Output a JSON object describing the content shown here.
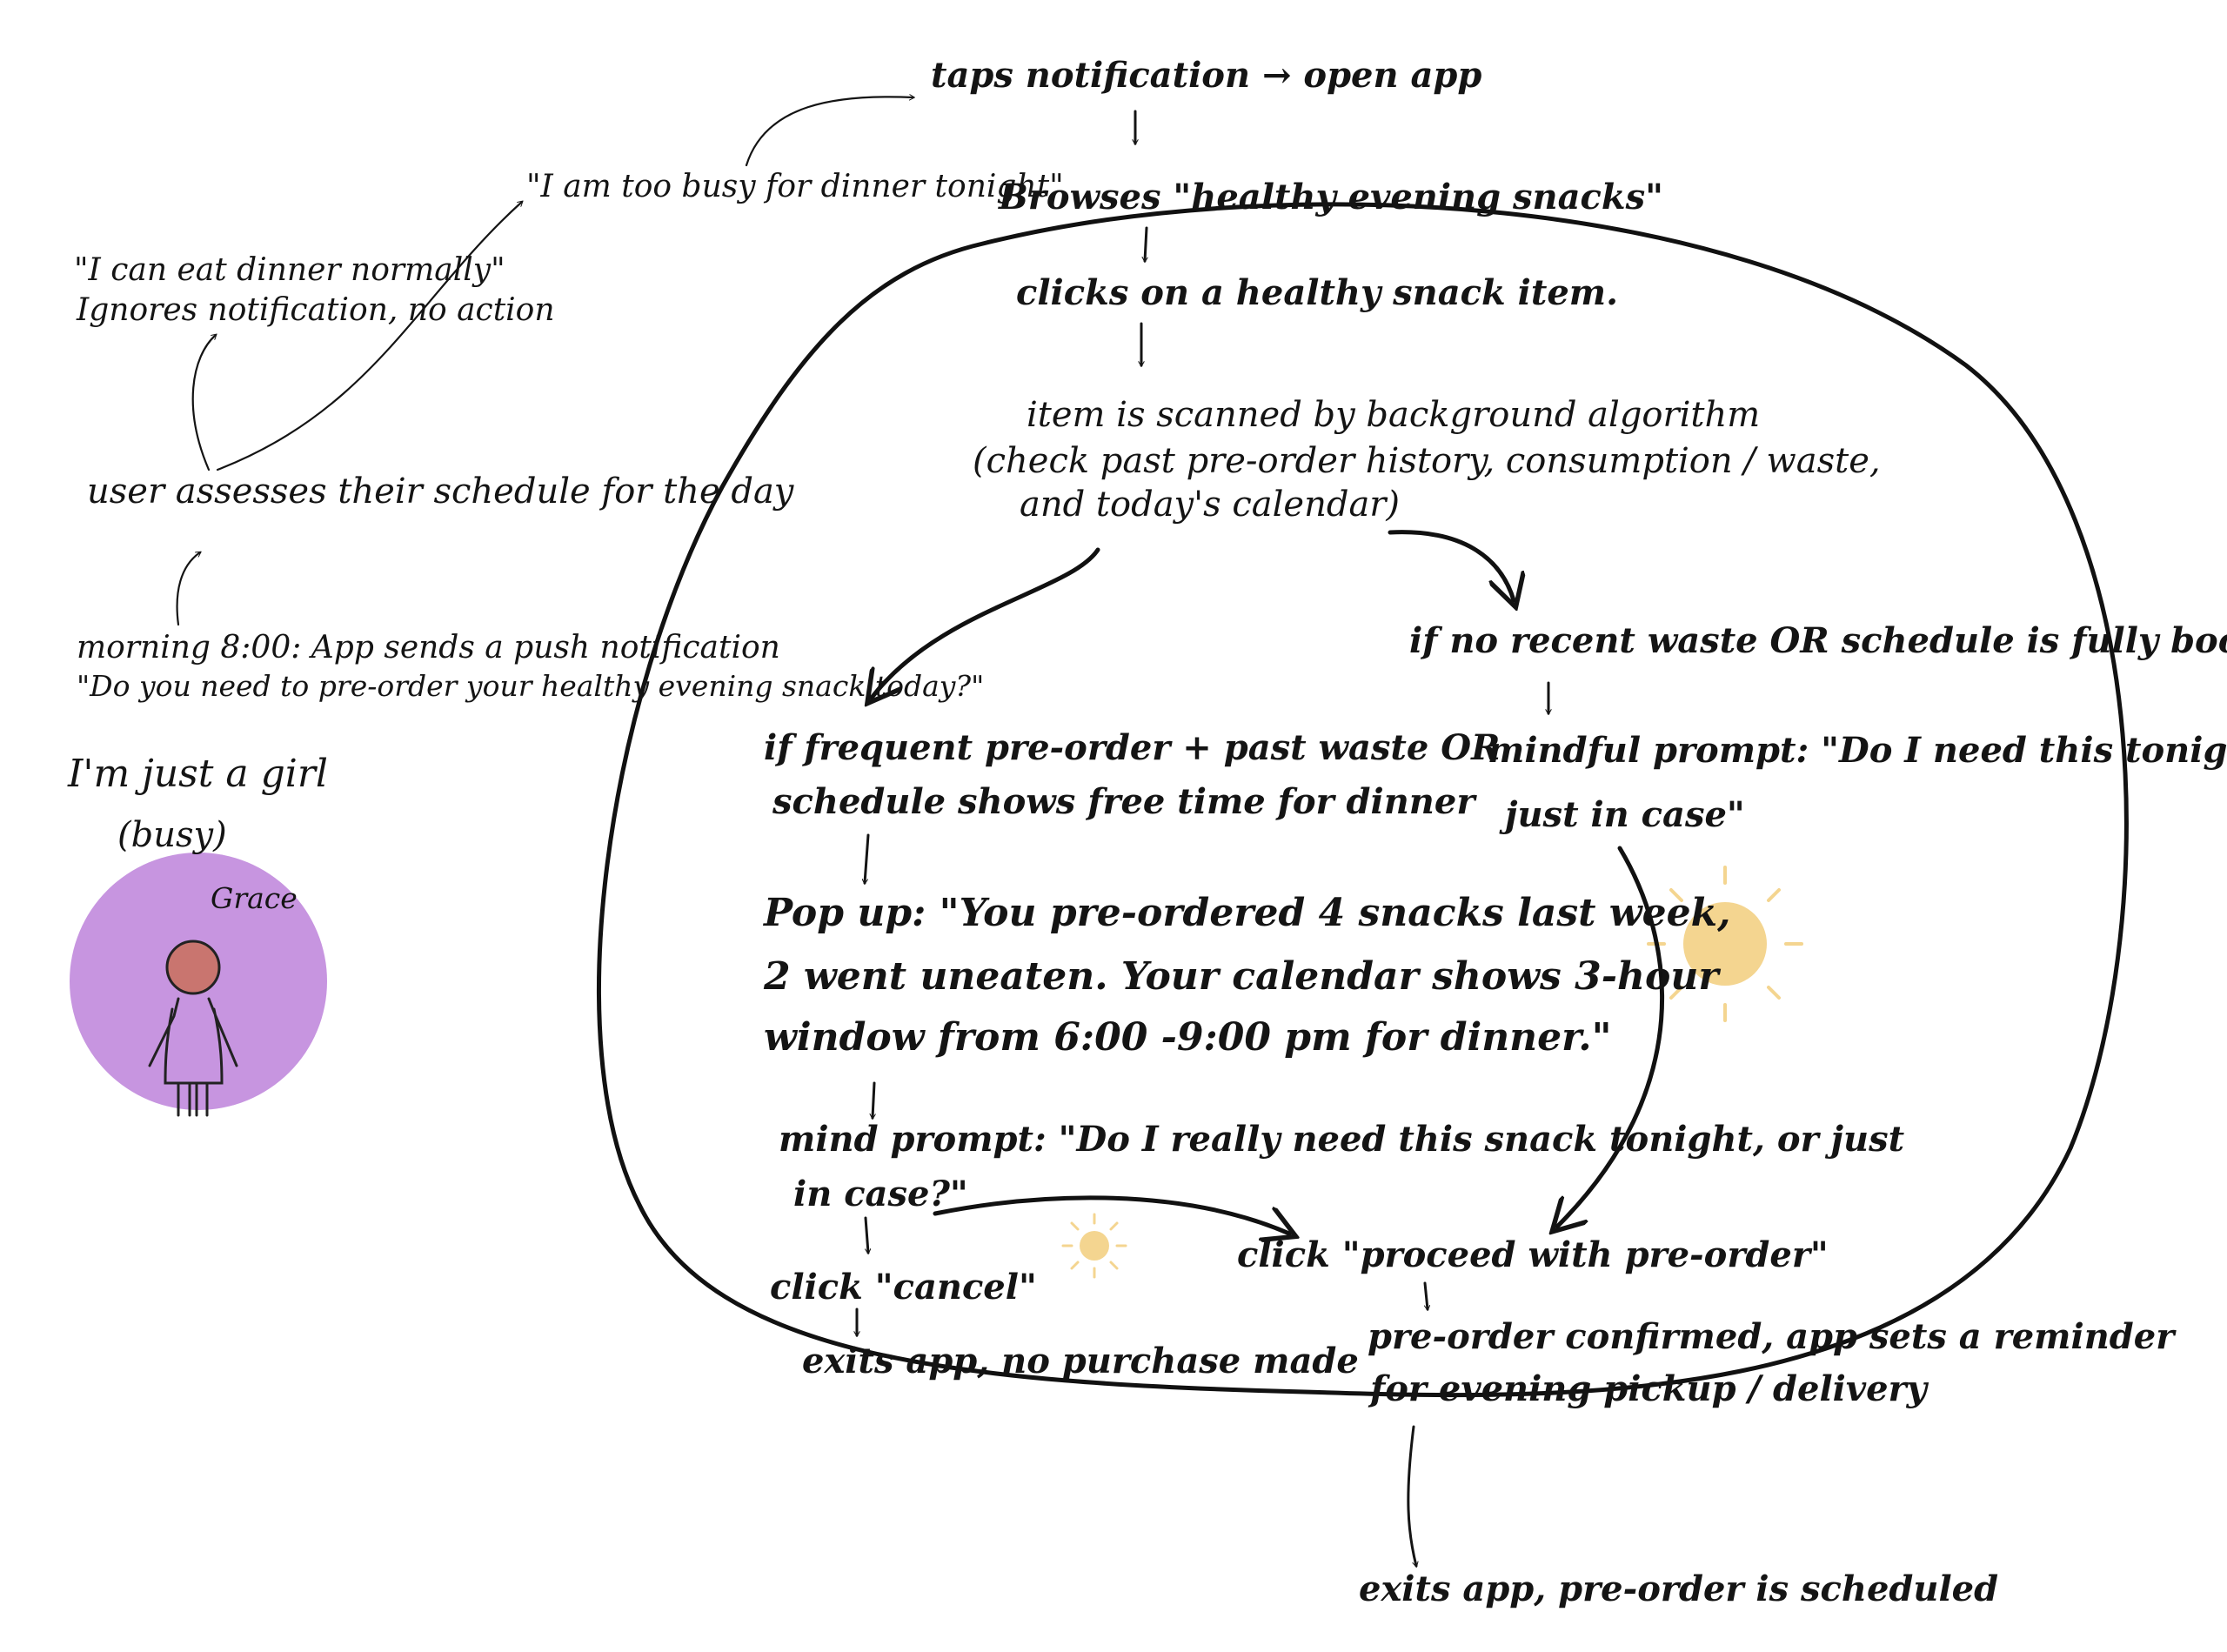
{
  "persona": {
    "label": "I'm just a girl",
    "note": "(busy)",
    "name": "Grace",
    "circle_color": "#c795e0",
    "face_color": "#c9756f"
  },
  "sun_color": "#f4d590",
  "flow": {
    "morning": "morning 8:00: App sends a push notification",
    "morning_quote": "\"Do you need to pre-order your healthy evening snack today?\"",
    "assess": "user assesses their schedule for the day",
    "normal_quote": "\"I can eat dinner normally\"",
    "ignore": "Ignores notification, no action",
    "busy_quote": "\"I am too busy for dinner tonight\"",
    "taps": "taps notification → open app",
    "browse": "Browses \"healthy evening snacks\"",
    "click_item": "clicks on a healthy snack item.",
    "scan_1": "item is scanned by background algorithm",
    "scan_2": "(check past pre-order history, consumption / waste,",
    "scan_3": "and today's calendar)",
    "left_cond_1": "if frequent pre-order + past waste OR",
    "left_cond_2": "schedule shows free time for dinner",
    "popup_1": "Pop up: \"You pre-ordered 4 snacks last week,",
    "popup_2": "2 went uneaten. Your calendar shows 3-hour",
    "popup_3": "window from 6:00 -9:00 pm for dinner.\"",
    "mind_1": "mind prompt: \"Do I really need this snack tonight, or just",
    "mind_2": "in case?\"",
    "cancel": "click \"cancel\"",
    "exit_no": "exits app, no purchase made",
    "right_cond": "if no recent waste OR schedule is fully booked",
    "mindful_1": "mindful prompt: \"Do I need this tonight, or",
    "mindful_2": "just in case\"",
    "proceed": "click \"proceed with pre-order\"",
    "confirm_1": "pre-order confirmed, app sets a reminder",
    "confirm_2": "for evening pickup / delivery",
    "exit_sched": "exits app, pre-order is scheduled"
  }
}
